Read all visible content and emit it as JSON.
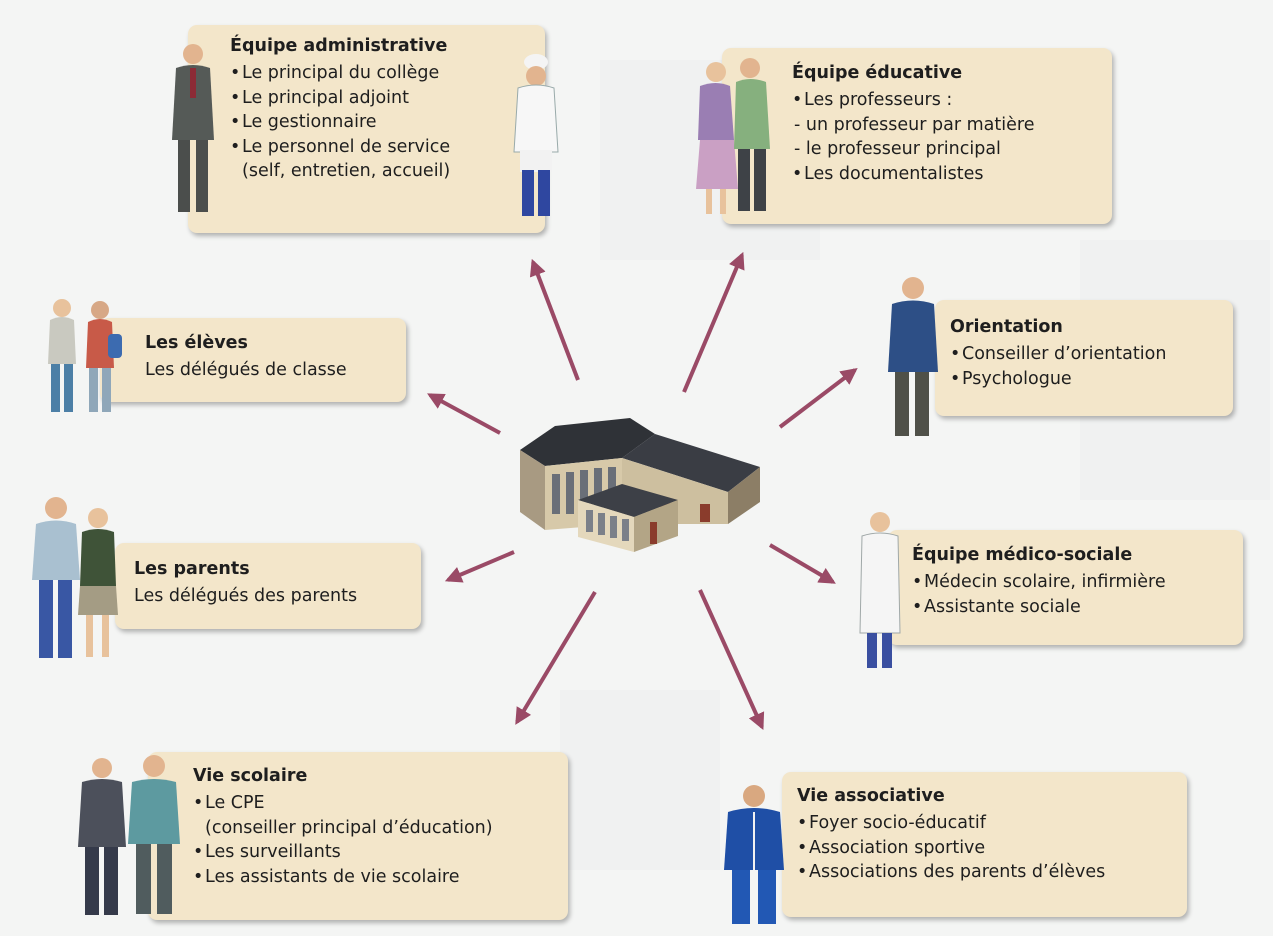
{
  "groups": {
    "admin": {
      "title": "Équipe administrative",
      "items": [
        "Le principal du collège",
        "Le principal adjoint",
        "Le gestionnaire",
        "Le personnel de service",
        "(self, entretien, accueil)"
      ]
    },
    "educ": {
      "title": "Équipe éducative",
      "items": [
        "Les professeurs :",
        "- un professeur par matière",
        "- le professeur principal",
        "Les documentalistes"
      ]
    },
    "eleves": {
      "title": "Les élèves",
      "line": "Les délégués de classe"
    },
    "orient": {
      "title": "Orientation",
      "items": [
        "Conseiller d’orientation",
        "Psychologue"
      ]
    },
    "parents": {
      "title": "Les parents",
      "line": "Les délégués des parents"
    },
    "medico": {
      "title": "Équipe médico-sociale",
      "items": [
        "Médecin scolaire, infirmière",
        "Assistante sociale"
      ]
    },
    "vie_scolaire": {
      "title": "Vie scolaire",
      "items": [
        "Le CPE",
        "(conseiller principal d’éducation)",
        "Les surveillants",
        "Les assistants de vie scolaire"
      ]
    },
    "vie_asso": {
      "title": "Vie associative",
      "items": [
        "Foyer socio-éducatif",
        "Association sportive",
        "Associations des parents d’élèves"
      ]
    }
  },
  "colors": {
    "arrow": "#9a4a66",
    "box": "#f3e6ca",
    "background": "#f4f5f4"
  },
  "icons": [
    "school-building-icon",
    "person-icon"
  ]
}
